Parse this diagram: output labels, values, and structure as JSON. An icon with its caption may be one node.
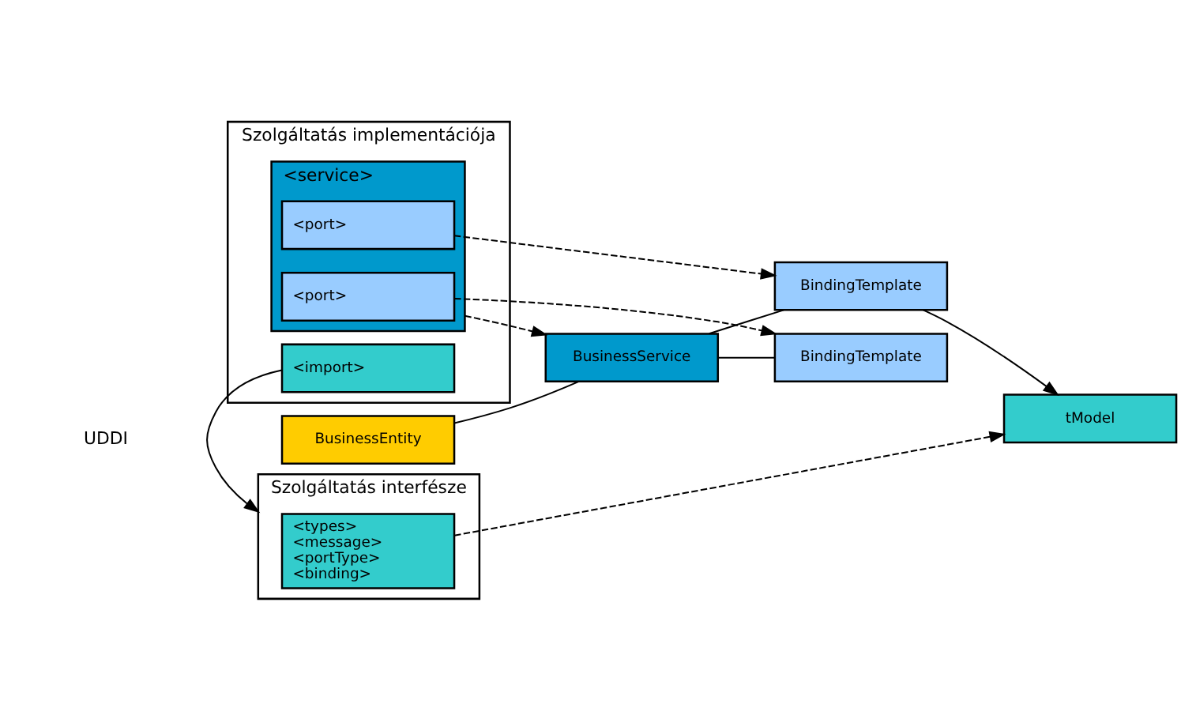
{
  "diagram": {
    "nodes": [
      {
        "text": [
          "Szolgáltatás implementációja"
        ]
      },
      {
        "text": [
          "<import>"
        ],
        "in": 0
      },
      {
        "text": [
          "<service>"
        ],
        "in": 0
      },
      {
        "text": [
          "<port>"
        ],
        "in": 2
      },
      {
        "text": [
          "<port>"
        ],
        "in": 2
      },
      {
        "text": [
          "Szolgáltatás interfésze"
        ]
      },
      {
        "text": [
          "<types>",
          "<message>",
          "<portType>",
          "<binding>"
        ],
        "in": 5
      },
      {
        "text": [
          "BusinessEntity"
        ]
      },
      {
        "text": [
          "BusinessService"
        ]
      },
      {
        "text": [
          "BindingTemplate"
        ]
      },
      {
        "text": [
          "BindingTemplate"
        ]
      },
      {
        "text": [
          "tModel"
        ]
      }
    ],
    "edges": [
      {
        "from": 1,
        "to": 5,
        "arrow": "to"
      },
      {
        "from": 2,
        "to": 8,
        "arrow": "to",
        "style": "dashed"
      },
      {
        "from": 3,
        "to": 9,
        "arrow": "to",
        "style": "dashed"
      },
      {
        "from": 4,
        "to": 10,
        "arrow": "to",
        "style": "dashed"
      },
      {
        "from": 7,
        "to": 8,
        "arrow": "none"
      },
      {
        "from": 8,
        "to": 9,
        "arrow": "none"
      },
      {
        "from": 8,
        "to": 10,
        "arrow": "none"
      },
      {
        "from": 10,
        "to": 11,
        "arrow": "to"
      },
      {
        "from": 6,
        "to": 11,
        "arrow": "to",
        "style": "dashed"
      }
    ],
    "labels": [
      "UDDI"
    ]
  }
}
